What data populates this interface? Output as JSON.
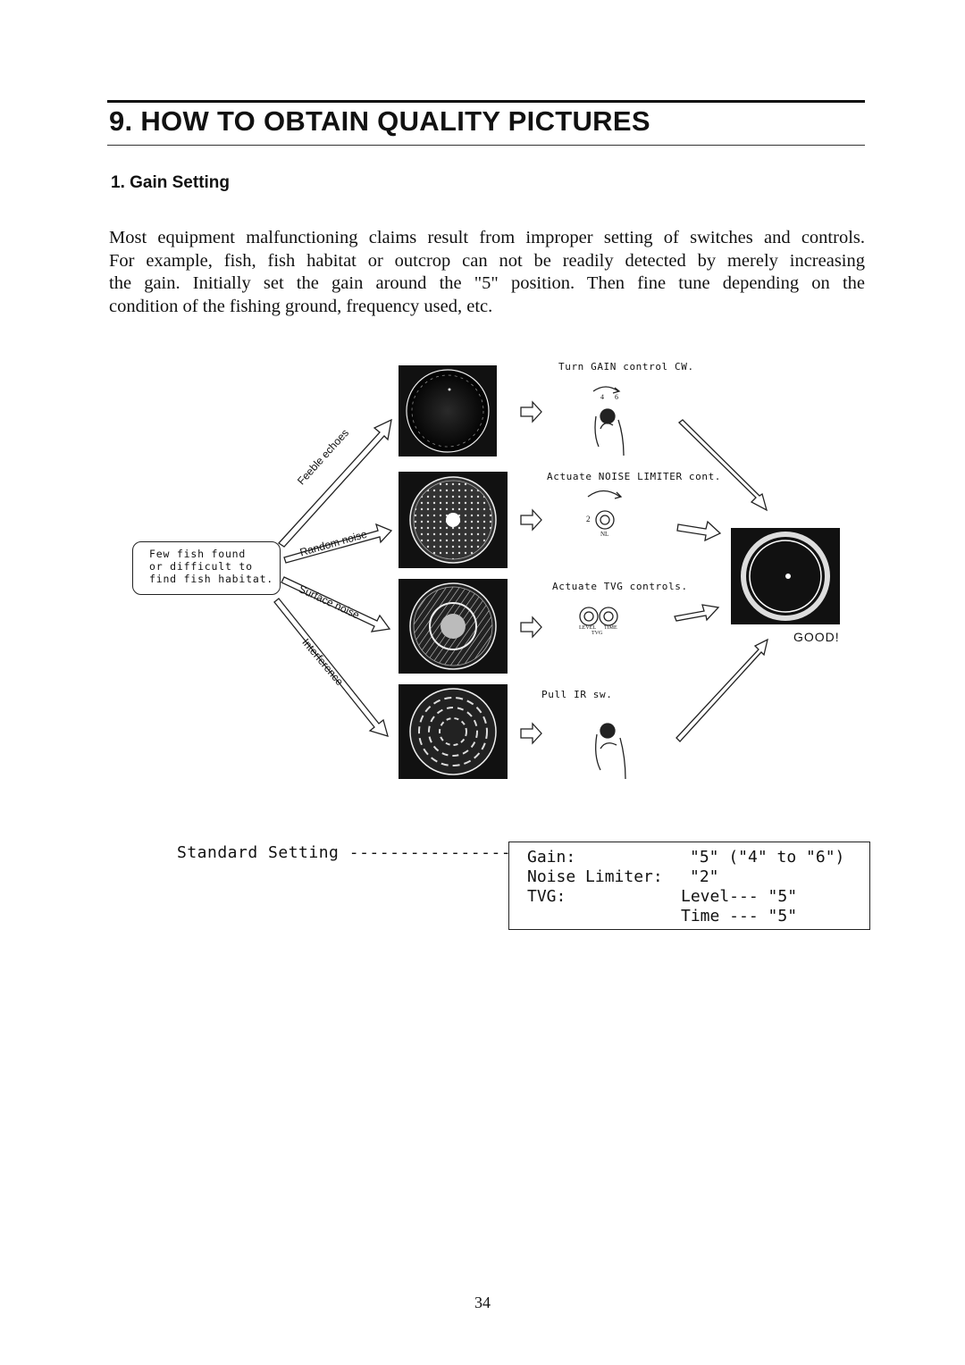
{
  "section": {
    "title": "9. HOW TO OBTAIN QUALITY PICTURES",
    "subtitle": "1. Gain Setting"
  },
  "paragraph": {
    "lines": [
      "Most equipment malfunctioning claims result from improper setting of switches and controls.",
      "For example, fish, fish habitat or outcrop can not be readily detected by merely increasing",
      "the gain. Initially set the gain around the \"5\" position. Then fine tune depending on the",
      "condition of the fishing ground, frequency used, etc."
    ]
  },
  "diagram": {
    "problem_box": [
      "Few fish found",
      "or difficult to",
      "find fish habitat."
    ],
    "causes": [
      "Feeble echoes",
      "Random noise",
      "Surface noise",
      "Interference"
    ],
    "actions": [
      "Turn GAIN control CW.",
      "Actuate NOISE LIMITER cont.",
      "Actuate TVG controls.",
      "Pull IR sw."
    ],
    "knob_labels": {
      "gain_low": "4",
      "gain_high": "6",
      "nl_left": "2",
      "nl_sub": "NL",
      "tvg_level": "LEVEL",
      "tvg_time": "TIME",
      "tvg": "TVG"
    },
    "result": "GOOD!"
  },
  "standard_setting": {
    "label": "Standard Setting ----------------",
    "rows": [
      {
        "name": "Gain:",
        "value": "\"5\" (\"4\" to \"6\")"
      },
      {
        "name": "Noise Limiter:",
        "value": "\"2\""
      },
      {
        "name": "TVG:",
        "value": "Level--- \"5\""
      },
      {
        "name": "",
        "value": "Time --- \"5\""
      }
    ]
  },
  "page_number": "34",
  "colors": {
    "ink": "#111111",
    "screen_bg": "#111111",
    "paper": "#ffffff"
  }
}
